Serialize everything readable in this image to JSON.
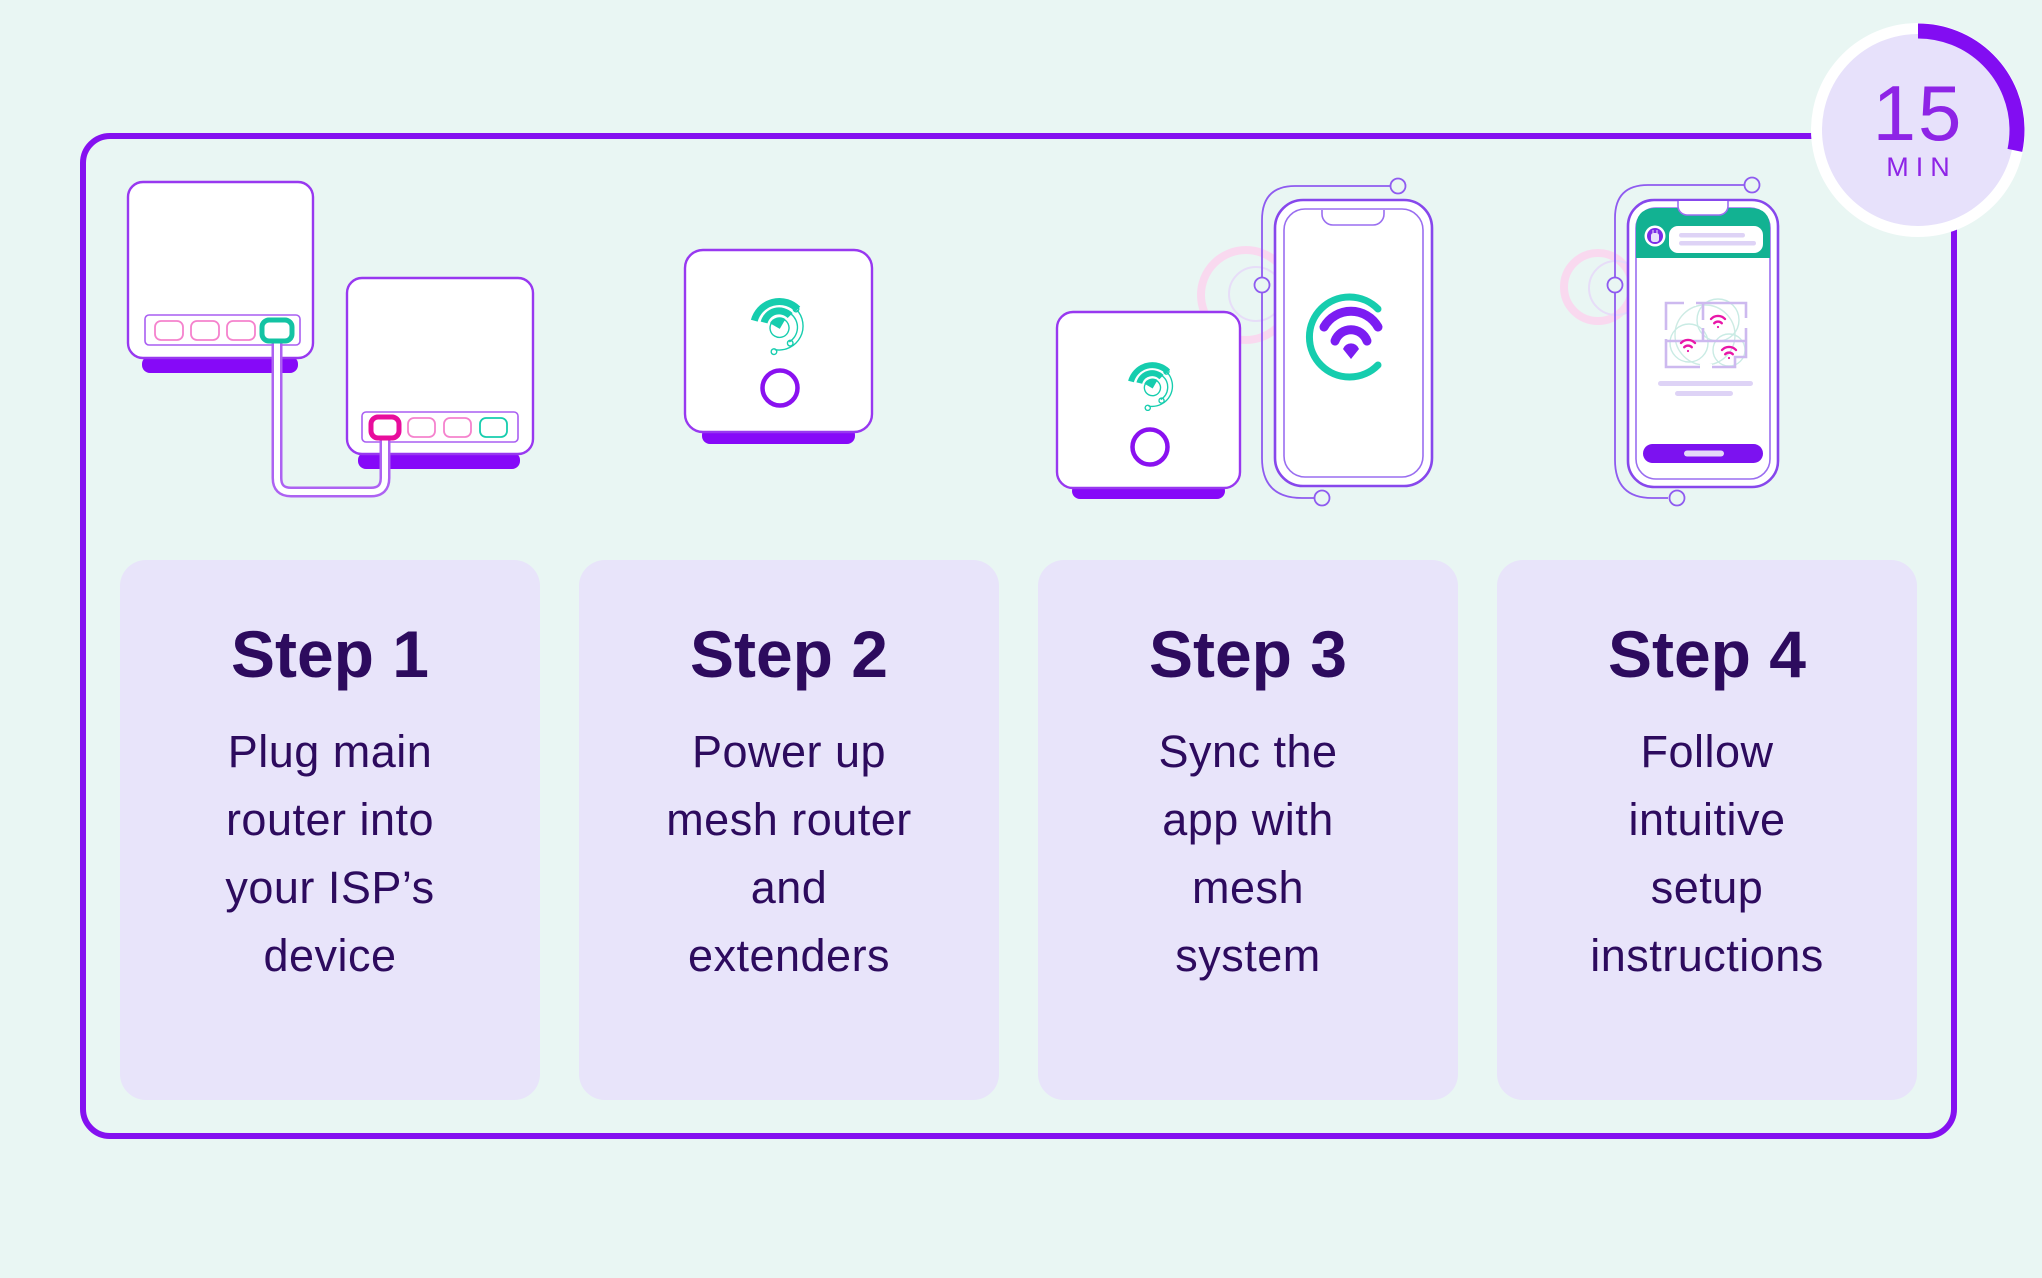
{
  "timer": {
    "value": "15",
    "unit": "MIN"
  },
  "steps": [
    {
      "title": "Step 1",
      "description": "Plug main router into your ISP’s device",
      "lines": [
        "Plug main",
        "router into",
        "your ISP’s",
        "device"
      ],
      "illustration": "main-router-plugged-into-isp-device"
    },
    {
      "title": "Step 2",
      "description": "Power up mesh router and extenders",
      "lines": [
        "Power up",
        "mesh router",
        "and",
        "extenders"
      ],
      "illustration": "mesh-router-powered-up"
    },
    {
      "title": "Step 3",
      "description": "Sync the app with mesh system",
      "lines": [
        "Sync the",
        "app with",
        "mesh",
        "system"
      ],
      "illustration": "phone-syncing-with-mesh-router"
    },
    {
      "title": "Step 4",
      "description": "Follow intuitive setup instructions",
      "lines": [
        "Follow",
        "intuitive",
        "setup",
        "instructions"
      ],
      "illustration": "phone-showing-setup-app"
    }
  ],
  "colors": {
    "background": "#e9f6f3",
    "panel_border": "#8511f0",
    "card_background": "#e8e4fa",
    "text": "#2d0b5e",
    "timer_text": "#8e24e6",
    "accent_purple": "#8609f8",
    "device_outline": "#9838f0",
    "teal": "#16cdae",
    "app_header_green": "#12b292",
    "magenta": "#e80d9c",
    "pink": "#f582cd"
  }
}
